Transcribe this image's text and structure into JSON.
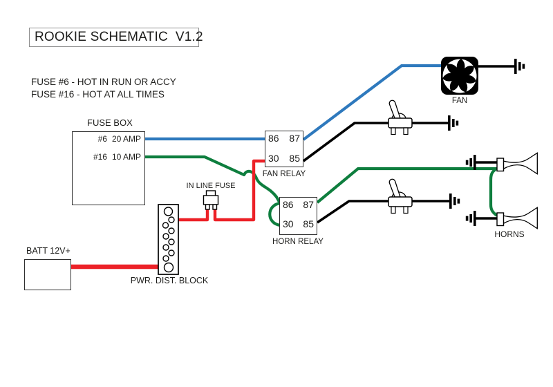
{
  "title": "ROOKIE SCHEMATIC  V1.2",
  "notes": {
    "line1": "FUSE #6 - HOT IN RUN OR ACCY",
    "line2": "FUSE #16 - HOT AT ALL TIMES"
  },
  "fuse_box": {
    "label": "FUSE BOX",
    "rows": [
      {
        "fuse": "#6",
        "rating": "20 AMP"
      },
      {
        "fuse": "#16",
        "rating": "10 AMP"
      }
    ]
  },
  "battery": {
    "label": "BATT 12V+"
  },
  "power_dist_block": {
    "label": "PWR. DIST. BLOCK"
  },
  "inline_fuse": {
    "label": "IN LINE FUSE"
  },
  "relays": {
    "fan": {
      "label": "FAN RELAY",
      "terminals": [
        "86",
        "87",
        "30",
        "85"
      ]
    },
    "horn": {
      "label": "HORN RELAY",
      "terminals": [
        "86",
        "87",
        "30",
        "85"
      ]
    }
  },
  "fan": {
    "label": "FAN"
  },
  "horns": {
    "label": "HORNS"
  },
  "colors": {
    "wire_blue": "#2e79bd",
    "wire_green": "#0e7e3e",
    "wire_red": "#ec2127",
    "wire_black": "#000000",
    "text": "#1d1d1b",
    "box_border": "#2e2e2e"
  }
}
